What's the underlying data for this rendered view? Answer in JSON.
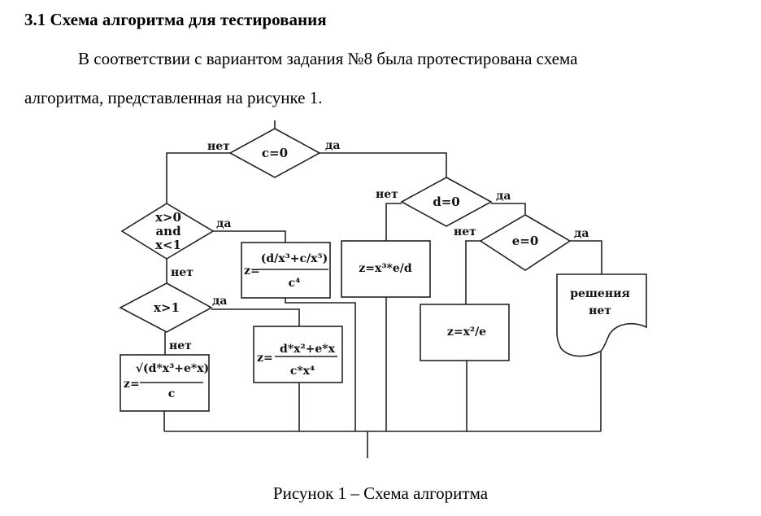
{
  "heading": "3.1 Схема алгоритма для тестирования",
  "paragraph": {
    "line1": "В соответствии с вариантом задания №8 была протестирована схема",
    "line2": "алгоритма, представленная на рисунке 1."
  },
  "figure": {
    "caption": "Рисунок 1 – Схема алгоритма",
    "branch_labels": {
      "yes": "да",
      "no": "нет"
    },
    "decisions": {
      "c0": "c=0",
      "d0": "d=0",
      "e0": "e=0",
      "x_range": [
        "x>0",
        "and",
        "x<1"
      ],
      "x_gt1": "x>1"
    },
    "processes": {
      "f1": {
        "lhs": "z=",
        "num": "(d/x³+c/x⁵)",
        "den": "c⁴"
      },
      "f2": {
        "text": "z=x³*e/d"
      },
      "f3": {
        "lhs": "z=",
        "num": "d*x²+e*x",
        "den": "c*x⁴"
      },
      "f4": {
        "lhs": "z=",
        "num": "√(d*x³+e*x)",
        "den": "c"
      },
      "f5": {
        "text": "z=x²/e"
      }
    },
    "document_box": [
      "решения",
      "нет"
    ]
  }
}
